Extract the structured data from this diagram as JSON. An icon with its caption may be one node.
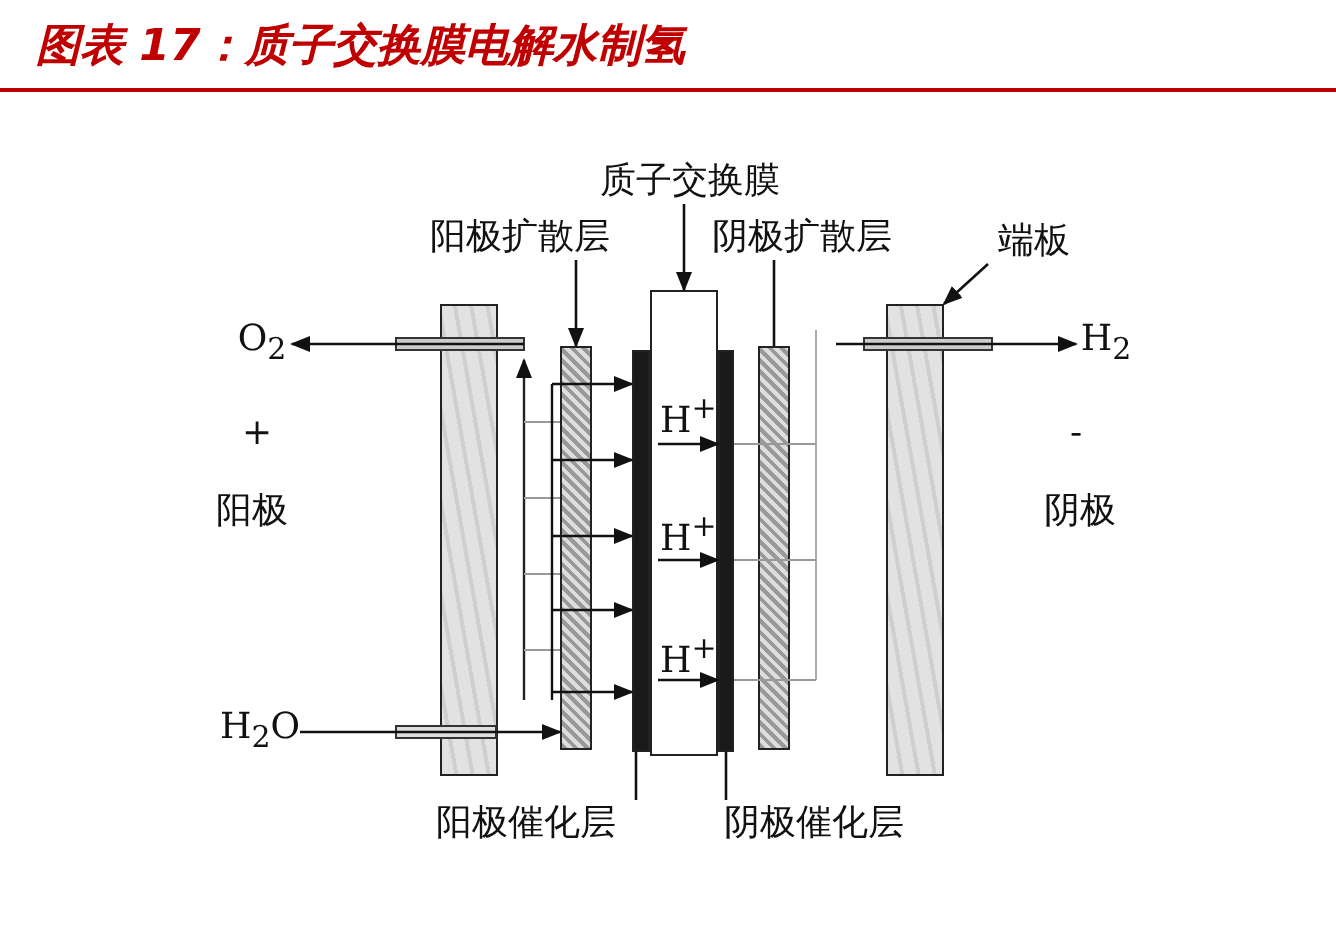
{
  "diagram": {
    "title": "图表 17：质子交换膜电解水制氢",
    "nodes": [
      {
        "text": [
          "质子交换膜"
        ]
      },
      {
        "text": [
          "阳极扩散层"
        ]
      },
      {
        "text": [
          "阴极扩散层"
        ]
      },
      {
        "text": [
          "端板"
        ]
      },
      {
        "text": [],
        "shape": "bar"
      },
      {
        "text": [],
        "shape": "bar"
      },
      {
        "text": [],
        "shape": "bar"
      },
      {
        "text": [],
        "shape": "box"
      },
      {
        "text": [],
        "shape": "bar"
      },
      {
        "text": [],
        "shape": "bar"
      },
      {
        "text": [],
        "shape": "bar"
      },
      {
        "text": [
          "阳极催化层"
        ]
      },
      {
        "text": [
          "阴极催化层"
        ]
      },
      {
        "text": [
          "O$_{2}$"
        ]
      },
      {
        "text": [
          "H$_{2}$"
        ]
      },
      {
        "text": [
          "H$_{2}$O"
        ]
      }
    ],
    "edges": [
      {
        "from": 0,
        "to": 7,
        "arrow": "to"
      },
      {
        "from": 1,
        "to": 5,
        "arrow": "to"
      },
      {
        "from": 2,
        "to": 9,
        "arrow": "none"
      },
      {
        "from": 3,
        "to": 10,
        "arrow": "to"
      },
      {
        "from": 11,
        "to": 6,
        "arrow": "none"
      },
      {
        "from": 12,
        "to": 8,
        "arrow": "none"
      },
      {
        "from": null,
        "to": 13,
        "arrow": "to"
      },
      {
        "from": null,
        "to": 14,
        "arrow": "to"
      },
      {
        "from": 15,
        "to": 5,
        "arrow": "to"
      },
      {
        "from": 5,
        "to": 6,
        "arrow": "to"
      },
      {
        "from": 5,
        "to": 6,
        "arrow": "to"
      },
      {
        "from": 5,
        "to": 6,
        "arrow": "to"
      },
      {
        "from": 5,
        "to": 6,
        "arrow": "to"
      },
      {
        "from": 5,
        "to": 6,
        "arrow": "to"
      },
      {
        "from": 7,
        "to": 8,
        "arrow": "to"
      },
      {
        "from": 7,
        "to": 8,
        "arrow": "to"
      },
      {
        "from": 7,
        "to": 8,
        "arrow": "to"
      }
    ],
    "labels": [
      "H$^{+}$",
      "+",
      "-",
      "阳极",
      "阴极",
      "H$^{+}$",
      "H$^{+}$"
    ]
  }
}
